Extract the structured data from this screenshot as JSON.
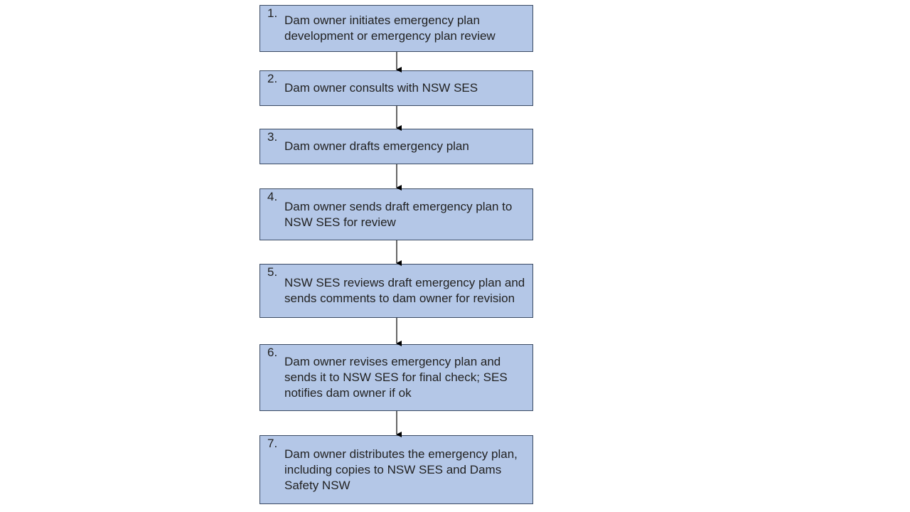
{
  "flowchart": {
    "steps": [
      {
        "number": "1.",
        "text": "Dam owner initiates emergency plan development or emergency plan review"
      },
      {
        "number": "2.",
        "text": "Dam owner consults with NSW SES"
      },
      {
        "number": "3.",
        "text": "Dam owner drafts emergency plan"
      },
      {
        "number": "4.",
        "text": "Dam owner sends draft emergency plan to NSW SES for review"
      },
      {
        "number": "5.",
        "text": "NSW SES reviews draft emergency plan and sends comments to dam owner for revision"
      },
      {
        "number": "6.",
        "text": "Dam owner revises emergency plan and sends it to NSW SES for final check; SES notifies dam owner if ok"
      },
      {
        "number": "7.",
        "text": "Dam owner distributes the emergency plan, including copies to NSW SES and Dams Safety NSW"
      }
    ],
    "colors": {
      "box_fill": "#b4c7e7",
      "box_border": "#3a4a63",
      "arrow": "#000000",
      "text": "#222222"
    }
  }
}
